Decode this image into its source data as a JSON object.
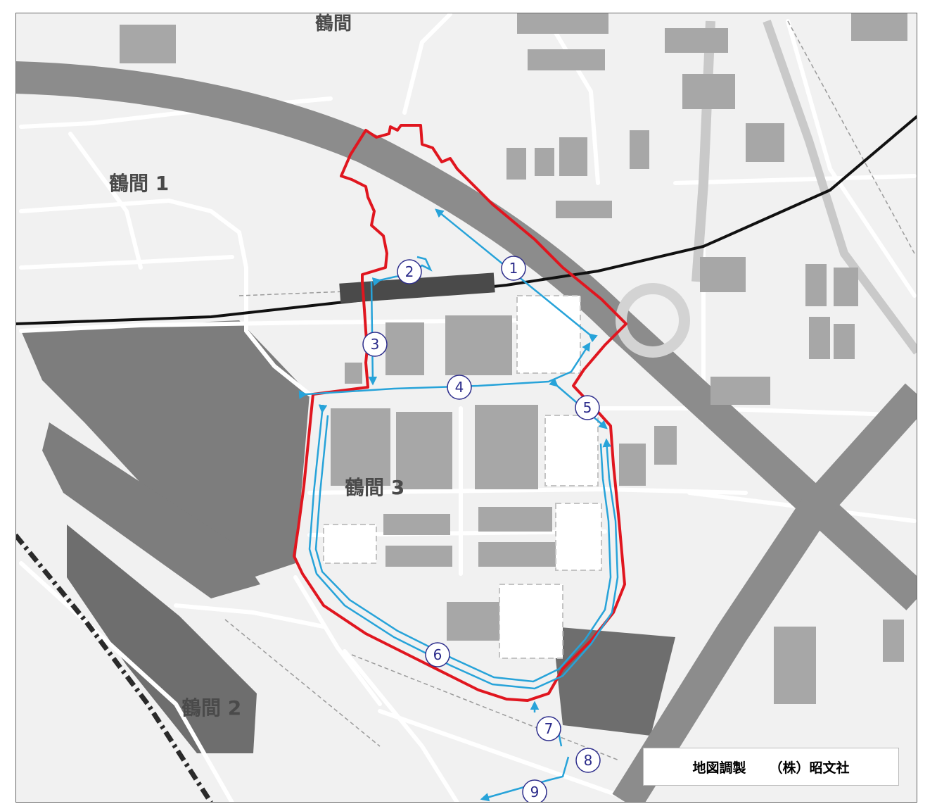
{
  "map": {
    "place_labels": {
      "tsuruma": "鶴間",
      "tsuruma_1": "鶴間 1",
      "tsuruma_2": "鶴間 2",
      "tsuruma_3": "鶴間 3"
    },
    "route_markers": [
      "1",
      "2",
      "3",
      "4",
      "5",
      "6",
      "7",
      "8",
      "9"
    ],
    "credit": {
      "label": "地図調製",
      "publisher": "（株）昭文社"
    },
    "colors": {
      "boundary": "#e0161f",
      "route": "#27a3d9",
      "marker": "#2e2e8c",
      "highway": "#8c8c8c",
      "railway": "#111111",
      "building": "#a7a7a7",
      "station": "#4a4a4a",
      "field": "#7d7d7d"
    }
  }
}
